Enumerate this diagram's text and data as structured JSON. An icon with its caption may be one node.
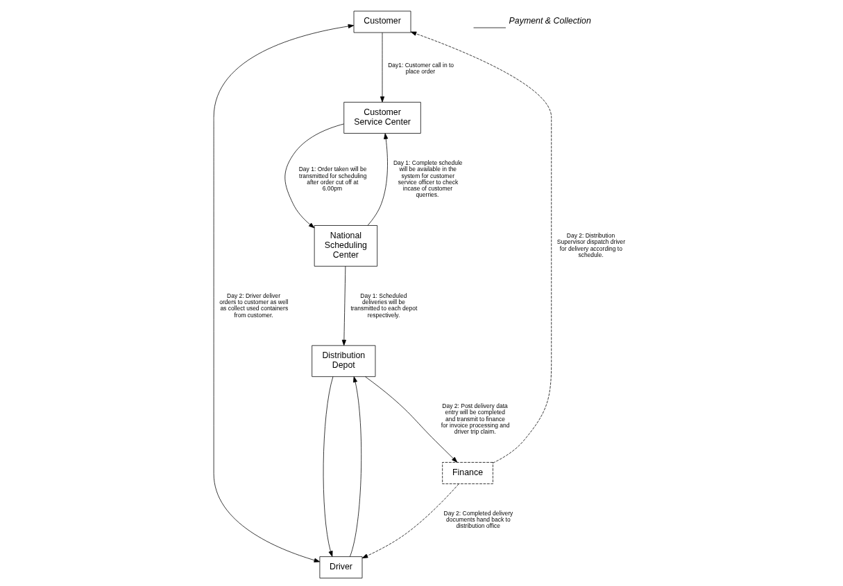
{
  "diagram": {
    "nodes": [
      {
        "text": [
          "Customer"
        ]
      },
      {
        "text": [
          "Driver"
        ]
      },
      {
        "text": [
          "Customer Service Center"
        ]
      },
      {
        "text": [
          "Finance"
        ]
      },
      {
        "text": [
          "Distribution Depot"
        ]
      },
      {
        "text": [
          "National Scheduling Center"
        ]
      }
    ],
    "edges": [
      {
        "from": 1,
        "to": 0,
        "arrow": "both",
        "label": "Day 2: Driver deliver orders to customer as well as collect used containers from customer."
      },
      {
        "from": 0,
        "to": 2,
        "arrow": "to",
        "label": "Day1: Customer call in to place order"
      },
      {
        "from": 2,
        "to": 5,
        "arrow": "to",
        "label": "Day 1: Order taken will be transmitted for scheduling after order cut off at 6.00pm"
      },
      {
        "from": 5,
        "to": 2,
        "arrow": "to",
        "label": "Day 1: Complete schedule will be available in the system for customer service officer to check incase of customer querries."
      },
      {
        "from": 5,
        "to": 4,
        "arrow": "to",
        "label": "Day 1: Scheduled deliveries will be transmitted to each depot respectively."
      },
      {
        "from": 1,
        "to": 4,
        "arrow": "to"
      },
      {
        "from": 4,
        "to": 1,
        "arrow": "to"
      },
      {
        "from": 4,
        "to": 3,
        "arrow": "to",
        "label": "Day 2: Post delivery data entry will be completed and transmit to finance for invoice processing and driver trip claim."
      },
      {
        "from": 3,
        "to": 1,
        "arrow": "to",
        "style": "dashed",
        "label": "Day 2: Completed delivery documents hand back to distribution office"
      },
      {
        "from": 3,
        "to": 0,
        "arrow": "to",
        "style": "dashed",
        "label": "Day 2: Distribution Supervisor dispatch driver for delivery according to schedule."
      }
    ],
    "legend": [
      {
        "text": "Payment & Collection"
      }
    ]
  }
}
